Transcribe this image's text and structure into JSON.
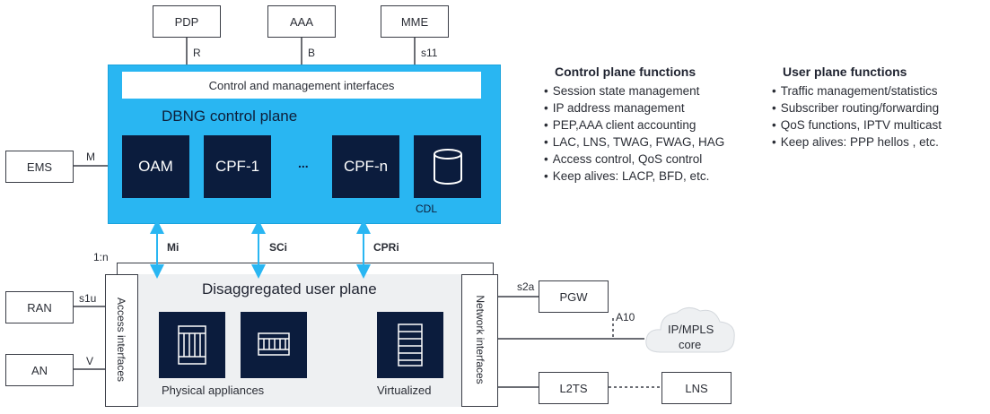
{
  "top_boxes": [
    "PDP",
    "AAA",
    "MME"
  ],
  "top_interfaces": [
    "R",
    "B",
    "s11"
  ],
  "control_plane": {
    "management_bar": "Control and management interfaces",
    "title": "DBNG control plane",
    "modules": [
      "OAM",
      "CPF-1",
      "CPF-n"
    ],
    "ellipsis": "...",
    "cdl_label": "CDL"
  },
  "left_control": {
    "box": "EMS",
    "interface": "M"
  },
  "links": {
    "mi": "Mi",
    "sci": "SCi",
    "cpri": "CPRi",
    "ratio": "1:n"
  },
  "user_plane": {
    "title": "Disaggregated user plane",
    "access_label": "Access interfaces",
    "network_label": "Network interfaces",
    "physical_label": "Physical appliances",
    "virtual_label": "Virtualized"
  },
  "left_access": [
    {
      "box": "RAN",
      "interface": "s1u"
    },
    {
      "box": "AN",
      "interface": "V"
    }
  ],
  "right_side": {
    "pgw": "PGW",
    "s2a": "s2a",
    "a10": "A10",
    "cloud_line1": "IP/MPLS",
    "cloud_line2": "core",
    "l2ts": "L2TS",
    "lns": "LNS"
  },
  "control_plane_functions": {
    "title": "Control plane functions",
    "items": [
      "Session state management",
      "IP address management",
      "PEP,AAA client accounting",
      "LAC, LNS, TWAG, FWAG, HAG",
      "Access control, QoS control",
      "Keep alives: LACP, BFD, etc."
    ]
  },
  "user_plane_functions": {
    "title": "User plane functions",
    "items": [
      "Traffic management/statistics",
      "Subscriber routing/forwarding",
      "QoS functions, IPTV multicast",
      "Keep alives: PPP hellos , etc."
    ]
  },
  "colors": {
    "control_plane": "#29b6f2",
    "dark_module": "#0b1c3d",
    "arrow": "#29b6f2"
  }
}
